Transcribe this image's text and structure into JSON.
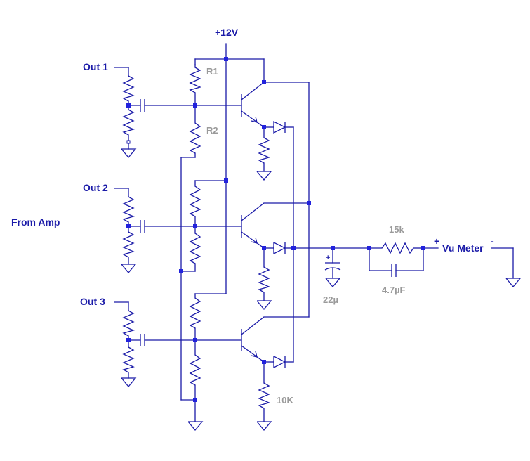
{
  "labels": {
    "supply": "+12V",
    "from_amp": "From Amp",
    "out1": "Out 1",
    "out2": "Out 2",
    "out3": "Out 3",
    "vu_meter": "Vu Meter",
    "vu_plus": "+",
    "vu_minus": "-",
    "cap_plus": "+"
  },
  "components": {
    "r1": "R1",
    "r2": "R2",
    "r_emitter": "10K",
    "r_series": "15k",
    "c_filter": "22µ",
    "c_parallel": "4.7µF"
  },
  "colors": {
    "wire": "#1a1aa8",
    "node": "#2222dd",
    "label": "#1a1aa8",
    "value_label": "#9a9a9a"
  }
}
